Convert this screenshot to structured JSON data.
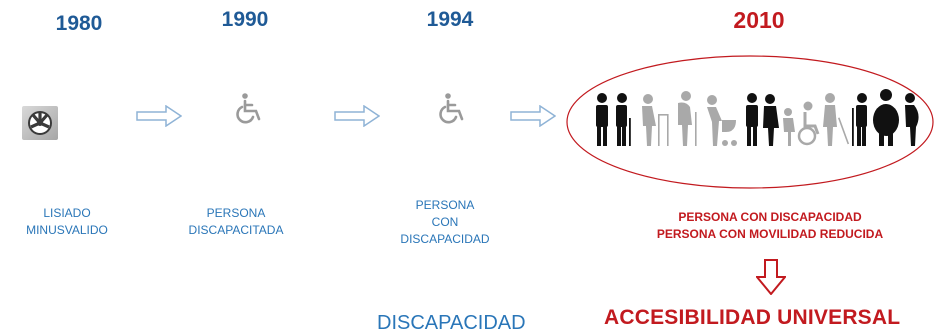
{
  "timeline": {
    "years": [
      "1980",
      "1990",
      "1994",
      "2010"
    ],
    "terms": [
      [
        "LISIADO",
        "MINUSVALIDO"
      ],
      [
        "PERSONA",
        "DISCAPACITADA"
      ],
      [
        "PERSONA",
        "CON",
        "DISCAPACIDAD"
      ],
      [
        "PERSONA CON DISCAPACIDAD",
        "PERSONA CON MOVILIDAD REDUCIDA"
      ]
    ]
  },
  "footer": {
    "left": "DISCAPACIDAD",
    "right": "ACCESIBILIDAD UNIVERSAL"
  },
  "colors": {
    "year_blue": "#1f5a96",
    "term_blue": "#2a76b8",
    "accent_red": "#c21a1f",
    "icon_gray": "#9a9a9a",
    "figure_black": "#111111"
  },
  "icons": [
    "wheel-sign-icon",
    "wheelchair-icon",
    "wheelchair-icon",
    "diverse-people-group-icon",
    "down-arrow-icon"
  ]
}
